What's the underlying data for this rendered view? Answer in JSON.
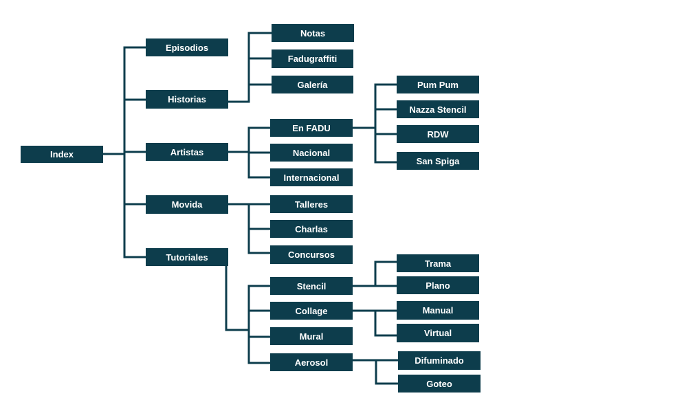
{
  "diagram": {
    "root": "Index",
    "sections": {
      "episodios": "Episodios",
      "historias": "Historias",
      "artistas": "Artistas",
      "movida": "Movida",
      "tutoriales": "Tutoriales"
    },
    "historias_children": {
      "notas": "Notas",
      "fadugraffiti": "Fadugraffiti",
      "galeria": "Galería"
    },
    "artistas_children": {
      "en_fadu": "En FADU",
      "nacional": "Nacional",
      "internacional": "Internacional"
    },
    "en_fadu_children": {
      "pum_pum": "Pum Pum",
      "nazza_stencil": "Nazza Stencil",
      "rdw": "RDW",
      "san_spiga": "San Spiga"
    },
    "movida_children": {
      "talleres": "Talleres",
      "charlas": "Charlas",
      "concursos": "Concursos"
    },
    "tutoriales_children": {
      "stencil": "Stencil",
      "collage": "Collage",
      "mural": "Mural",
      "aerosol": "Aerosol"
    },
    "stencil_children": {
      "trama": "Trama",
      "plano": "Plano"
    },
    "collage_children": {
      "manual": "Manual",
      "virtual": "Virtual"
    },
    "aerosol_children": {
      "difuminado": "Difuminado",
      "goteo": "Goteo"
    }
  }
}
